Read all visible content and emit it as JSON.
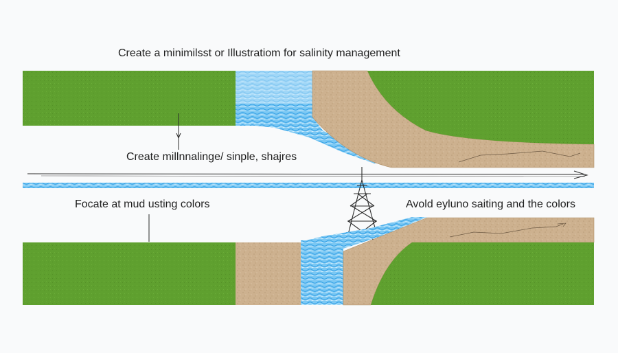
{
  "labels": {
    "top_title": "Create a minimilsst or Illustratiom for salinity management",
    "mid_label": "Create millnnalinge/ sinple, shajres",
    "left_label": "Focate at mud usting colors",
    "right_label": "Avold eyluno  saiting and the colors"
  },
  "colors": {
    "grass": "#5a9a2c",
    "grass_light": "#6aac36",
    "soil": "#cdb18f",
    "soil_dark": "#b8996f",
    "water": "#4fb5ee",
    "water_light": "#a9dbf7",
    "line": "#2a2a2a",
    "background": "#f9fafb"
  },
  "icons": {
    "tower": "transmission-tower-icon"
  }
}
